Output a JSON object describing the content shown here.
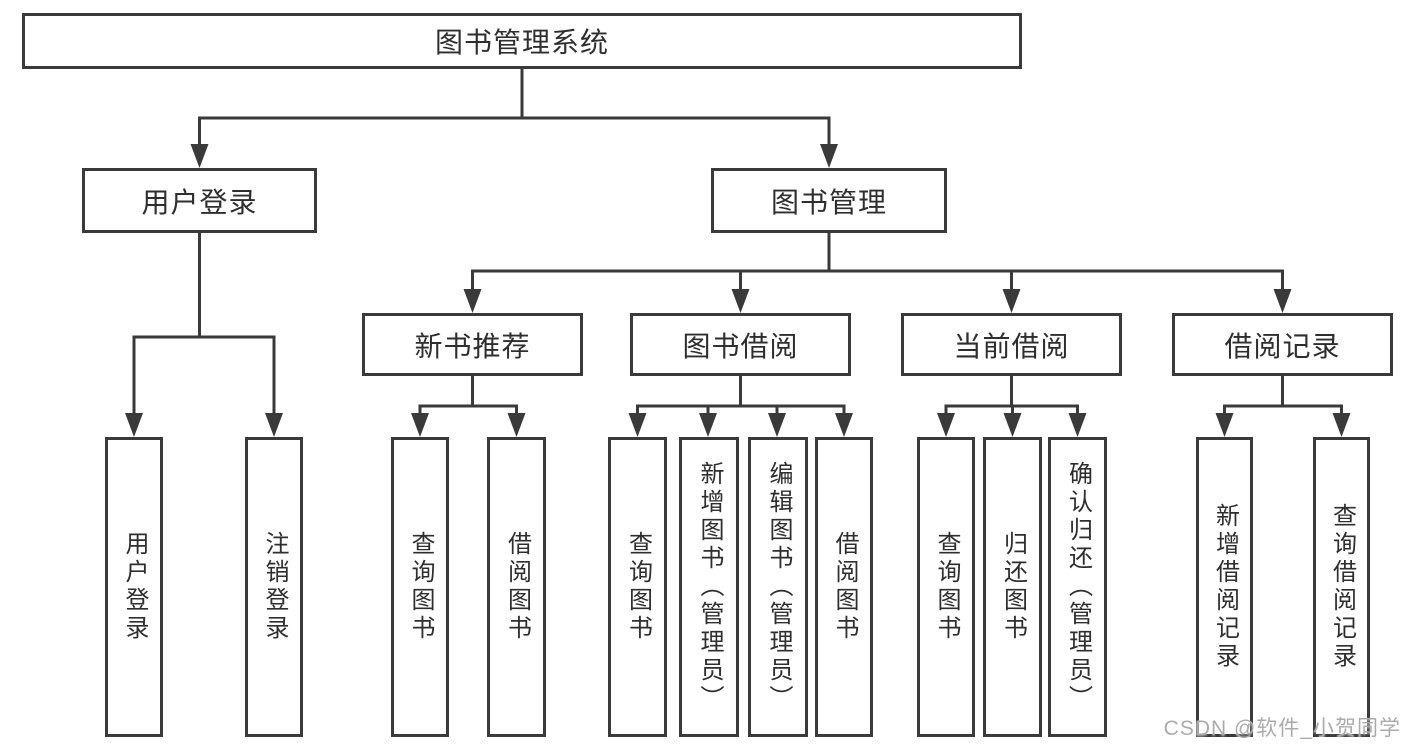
{
  "diagram": {
    "root": {
      "label": "图书管理系统"
    },
    "branches": [
      {
        "label": "用户登录",
        "children": [
          {
            "label": "用户登录"
          },
          {
            "label": "注销登录"
          }
        ]
      },
      {
        "label": "图书管理",
        "children": [
          {
            "label": "新书推荐",
            "children": [
              {
                "label": "查询图书"
              },
              {
                "label": "借阅图书"
              }
            ]
          },
          {
            "label": "图书借阅",
            "children": [
              {
                "label": "查询图书"
              },
              {
                "label": "新增图书（管理员）"
              },
              {
                "label": "编辑图书（管理员）"
              },
              {
                "label": "借阅图书"
              }
            ]
          },
          {
            "label": "当前借阅",
            "children": [
              {
                "label": "查询图书"
              },
              {
                "label": "归还图书"
              },
              {
                "label": "确认归还（管理员）"
              }
            ]
          },
          {
            "label": "借阅记录",
            "children": [
              {
                "label": "新增借阅记录"
              },
              {
                "label": "查询借阅记录"
              }
            ]
          }
        ]
      }
    ]
  },
  "watermark": {
    "text": "CSDN @软件_小贺同学"
  },
  "colors": {
    "line": "#3a3a3a",
    "text": "#2e2e2e",
    "watermark": "#ababab",
    "background": "#ffffff"
  }
}
